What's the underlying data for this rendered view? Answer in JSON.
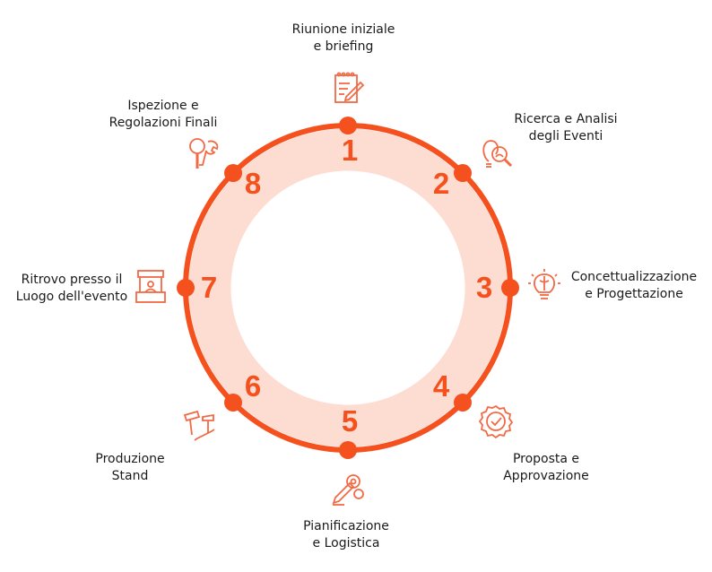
{
  "colors": {
    "ring": "#f4511e",
    "band": "#fddcd1",
    "icon": "#f26a45",
    "text": "#1a1a1a"
  },
  "steps": [
    {
      "number": "1",
      "line1": "Riunione iniziale",
      "line2": "e briefing",
      "icon": "notepad-pencil-icon"
    },
    {
      "number": "2",
      "line1": "Ricerca e Analisi",
      "line2": "degli Eventi",
      "icon": "lightbulb-magnifier-icon"
    },
    {
      "number": "3",
      "line1": "Concettualizzazione",
      "line2": "e Progettazione",
      "icon": "brain-lightbulb-icon"
    },
    {
      "number": "4",
      "line1": "Proposta e",
      "line2": "Approvazione",
      "icon": "approval-badge-icon"
    },
    {
      "number": "5",
      "line1": "Pianificazione",
      "line2": "e Logistica",
      "icon": "planning-gears-pencil-icon"
    },
    {
      "number": "6",
      "line1": "Produzione",
      "line2": "Stand",
      "icon": "tools-icon"
    },
    {
      "number": "7",
      "line1": "Ritrovo presso il",
      "line2": "Luogo dell'evento",
      "icon": "booth-stand-icon"
    },
    {
      "number": "8",
      "line1": "Ispezione e",
      "line2": "Regolazioni Finali",
      "icon": "inspection-wrench-icon"
    }
  ]
}
